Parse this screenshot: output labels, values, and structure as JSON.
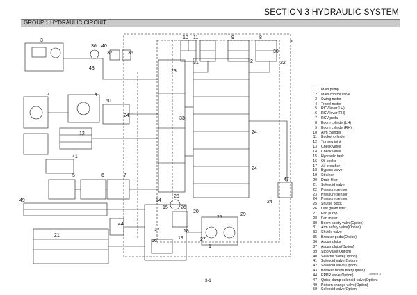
{
  "header": {
    "section_title": "SECTION 3  HYDRAULIC SYSTEM",
    "group_title": "GROUP  1  HYDRAULIC CIRCUIT"
  },
  "legend": [
    {
      "num": "1",
      "text": "Main pump"
    },
    {
      "num": "2",
      "text": "Main control valve"
    },
    {
      "num": "3",
      "text": "Swing motor"
    },
    {
      "num": "4",
      "text": "Travel motor"
    },
    {
      "num": "5",
      "text": "RCV lever(LH)"
    },
    {
      "num": "6",
      "text": "RCV lever(RH)"
    },
    {
      "num": "7",
      "text": "RCV pedal"
    },
    {
      "num": "8",
      "text": "Boom cylinder(LH)"
    },
    {
      "num": "9",
      "text": "Boom cylinder(RH)"
    },
    {
      "num": "10",
      "text": "Arm cylinder"
    },
    {
      "num": "11",
      "text": "Bucket cylinder"
    },
    {
      "num": "12",
      "text": "Turning joint"
    },
    {
      "num": "13",
      "text": "Check valve"
    },
    {
      "num": "14",
      "text": "Check valve"
    },
    {
      "num": "15",
      "text": "Hydraulic tank"
    },
    {
      "num": "16",
      "text": "Oil cooler"
    },
    {
      "num": "17",
      "text": "Air breather"
    },
    {
      "num": "18",
      "text": "Bypass valve"
    },
    {
      "num": "19",
      "text": "Strainer"
    },
    {
      "num": "20",
      "text": "Drain filter"
    },
    {
      "num": "21",
      "text": "Solenoid valve"
    },
    {
      "num": "22",
      "text": "Pressure sensor"
    },
    {
      "num": "23",
      "text": "Pressure sensor"
    },
    {
      "num": "24",
      "text": "Pressure sensor"
    },
    {
      "num": "25",
      "text": "Shuttle block"
    },
    {
      "num": "26",
      "text": "Last guard filter"
    },
    {
      "num": "27",
      "text": "Fan pump"
    },
    {
      "num": "28",
      "text": "Fan motor"
    },
    {
      "num": "30",
      "text": "Boom safety valve(Option)"
    },
    {
      "num": "31",
      "text": "Arm safety valve(Option)"
    },
    {
      "num": "33",
      "text": "Shuttle valve"
    },
    {
      "num": "35",
      "text": "Breaker pedal(Option)"
    },
    {
      "num": "36",
      "text": "Accumulator"
    },
    {
      "num": "37",
      "text": "Accumulator(Option)"
    },
    {
      "num": "39",
      "text": "Stop valve(Option)"
    },
    {
      "num": "40",
      "text": "Selector valve(Option)"
    },
    {
      "num": "41",
      "text": "Solenoid valve(Option)"
    },
    {
      "num": "42",
      "text": "Solenoid valve(Option)"
    },
    {
      "num": "43",
      "text": "Breaker return filter(Option)"
    },
    {
      "num": "44",
      "text": "EPPR valve(Option)"
    },
    {
      "num": "47",
      "text": "Quick clamp solenoid valve(Option)"
    },
    {
      "num": "49",
      "text": "Pattern change valve(Option)"
    },
    {
      "num": "50",
      "text": "Solenoid valve(Option)"
    }
  ],
  "diagram": {
    "labels": {
      "l3": "3",
      "l36": "36",
      "l40": "40",
      "l37": "37",
      "l35": "35",
      "l43": "43",
      "l10a": "10",
      "l11": "11",
      "l9": "9",
      "l8": "8",
      "l30": "30",
      "l31": "31",
      "l22": "22",
      "l2": "2",
      "l23": "23",
      "l4a": "4",
      "l4b": "4",
      "l50": "50",
      "l24a": "24",
      "l33": "33",
      "l12": "12",
      "l41": "41",
      "l24b": "24",
      "l24c": "24",
      "l5": "5",
      "l6": "6",
      "l7": "7",
      "l49": "49",
      "l14": "14",
      "l15": "15",
      "l28": "28",
      "l26": "26",
      "l47": "47",
      "l29": "29",
      "l24d": "24",
      "l44": "44",
      "l21": "21",
      "l17": "17",
      "l16": "16",
      "l19": "19",
      "l18": "18",
      "l20": "20",
      "l1": "1",
      "l27": "27",
      "l25": "25"
    }
  },
  "footer": {
    "page_number": "3-1",
    "doc_code": "30H5SH71"
  }
}
